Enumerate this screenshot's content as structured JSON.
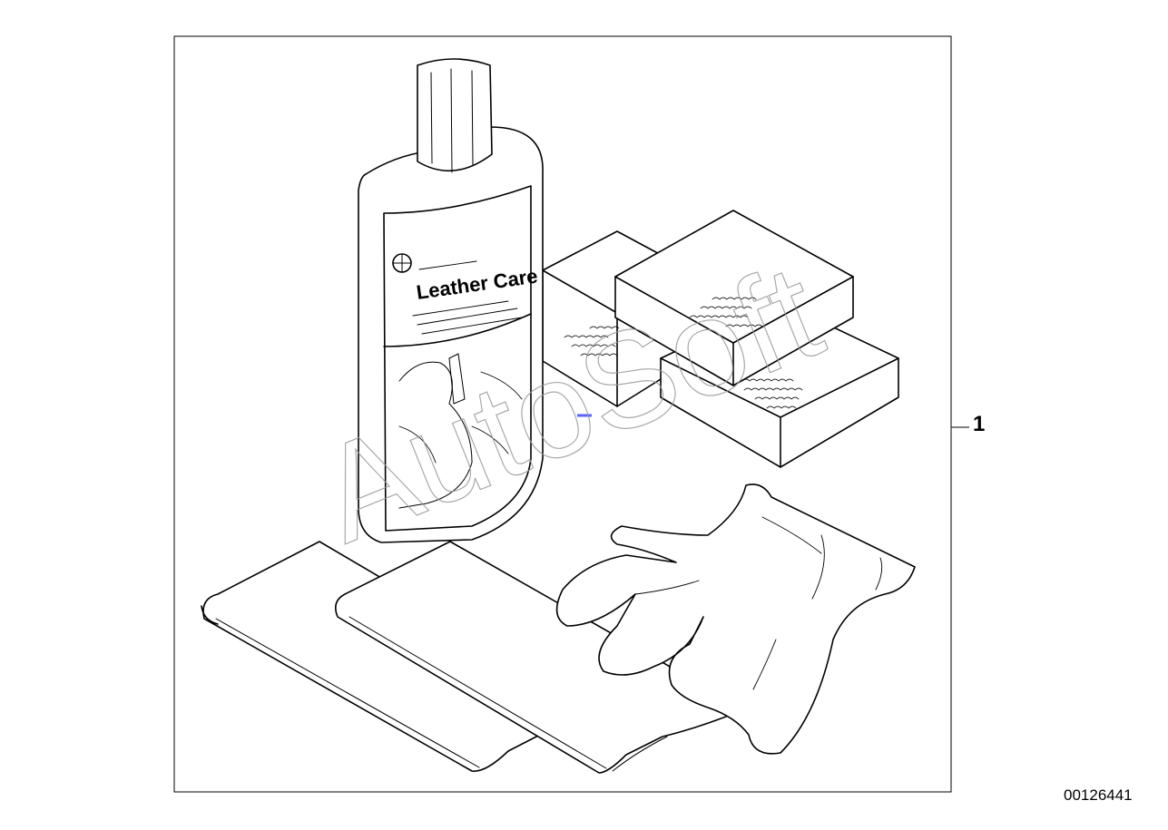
{
  "diagram": {
    "callout_number": "1",
    "document_number": "00126441",
    "bottle_label": "Leather Care",
    "watermark": "AutoSoft",
    "colors": {
      "line": "#000000",
      "background": "#ffffff",
      "watermark": "#9a9a9a",
      "accent": "#5a64ff"
    },
    "parts": [
      {
        "name": "leather-care-bottle"
      },
      {
        "name": "sponge-pad-left"
      },
      {
        "name": "sponge-pad-top"
      },
      {
        "name": "sponge-pad-right"
      },
      {
        "name": "cloth-left"
      },
      {
        "name": "cloth-right"
      },
      {
        "name": "glove"
      }
    ]
  }
}
